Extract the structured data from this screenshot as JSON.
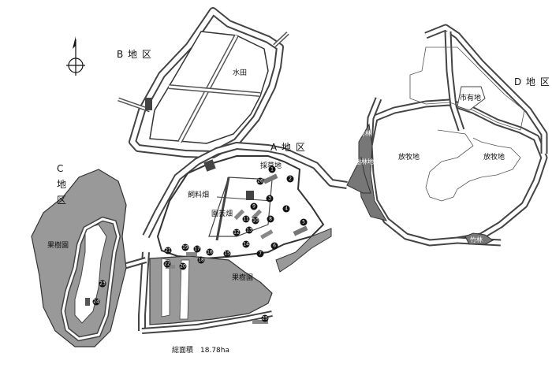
{
  "map": {
    "areas": {
      "a": "A 地 区",
      "b": "B 地 区",
      "c_top": "C",
      "c_mid": "地",
      "c_bottom": "区",
      "d": "D 地 区"
    },
    "labels": {
      "paddy": "水田",
      "grass_field": "採草地",
      "feed_field": "飼料畑",
      "garden_field": "園芸畑",
      "orchard_a": "果樹園",
      "orchard_c": "果樹園",
      "pasture_1": "放牧地",
      "pasture_2": "放牧地",
      "city_land": "市有地",
      "bamboo_1": "竹林",
      "woodland": "樹林地",
      "bamboo_2": "竹林"
    },
    "total_area": "総面積　18.78ha",
    "markers": [
      "1",
      "2",
      "3",
      "4",
      "5",
      "6",
      "7",
      "8",
      "9",
      "10",
      "11",
      "12",
      "13",
      "14",
      "15",
      "16",
      "17",
      "18",
      "19",
      "20",
      "21",
      "22",
      "23",
      "24",
      "25",
      "26"
    ]
  }
}
